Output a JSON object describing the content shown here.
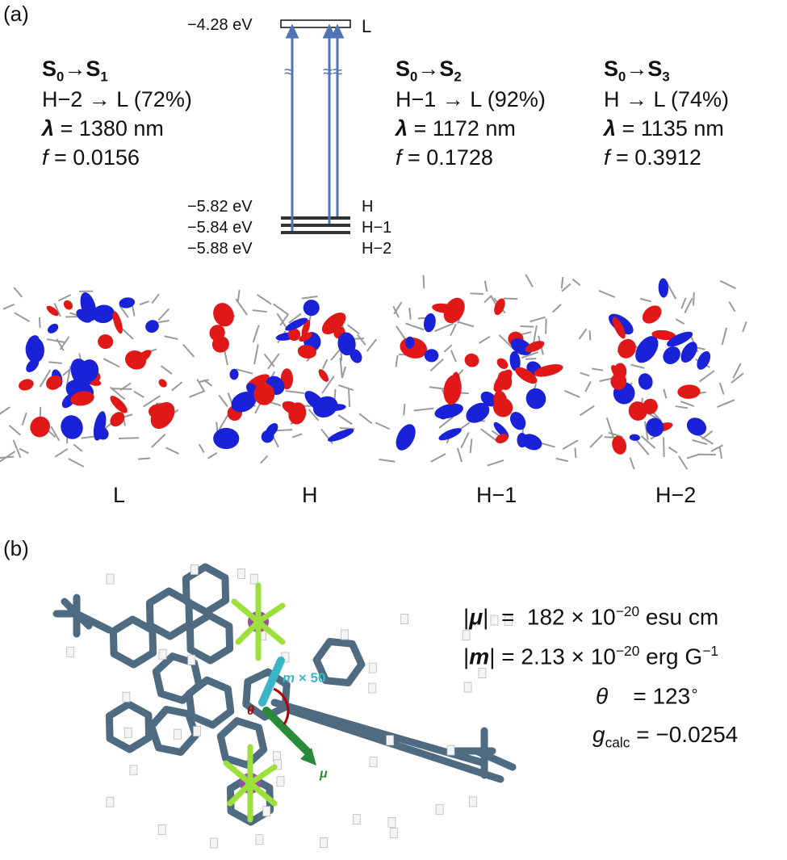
{
  "panel_a": {
    "label": "(a)",
    "energy_levels": [
      {
        "energy": "−4.28 eV",
        "name": "L"
      },
      {
        "energy": "−5.82 eV",
        "name": "H"
      },
      {
        "energy": "−5.84 eV",
        "name": "H−1"
      },
      {
        "energy": "−5.88 eV",
        "name": "H−2"
      }
    ],
    "break_symbol": "≈",
    "transitions": [
      {
        "title_html": "S<sub>0</sub>→S<sub>1</sub>",
        "title_text": "S0→S1",
        "orbitals": "H−2 → L (72%)",
        "lambda_label": "λ",
        "lambda_value": " = 1380 nm",
        "f_label": "f",
        "f_value": " = 0.0156"
      },
      {
        "title_html": "S<sub>0</sub>→S<sub>2</sub>",
        "title_text": "S0→S2",
        "orbitals": "H−1 → L (92%)",
        "lambda_label": "λ",
        "lambda_value": " = 1172 nm",
        "f_label": "f",
        "f_value": " = 0.1728"
      },
      {
        "title_html": "S<sub>0</sub>→S<sub>3</sub>",
        "title_text": "S0→S3",
        "orbitals": "H → L (74%)",
        "lambda_label": "λ",
        "lambda_value": " = 1135 nm",
        "f_label": "f",
        "f_value": " = 0.3912"
      }
    ],
    "orbital_images": [
      {
        "name": "L"
      },
      {
        "name": "H"
      },
      {
        "name": "H−1"
      },
      {
        "name": "H−2"
      }
    ],
    "colors": {
      "arrow": "#4f74b8",
      "lobe_pos": "#e01818",
      "lobe_neg": "#1a22d8",
      "bond": "#9a9a9a"
    }
  },
  "panel_b": {
    "label": "(b)",
    "mol_labels": {
      "m": "m",
      "m_scale": " × 50",
      "theta": "θ",
      "mu": "μ"
    },
    "equations": {
      "mu_html": "|<b><i>μ</i></b>| &nbsp;= &nbsp;182 × 10<sup>−20</sup> esu cm",
      "m_html": "|<b><i>m</i></b>| = 2.13 × 10<sup>−20</sup> erg G<sup>−1</sup>",
      "theta_html": "<i>θ</i> &nbsp;&nbsp;&nbsp;= 123<sup>∘</sup>",
      "g_html": "<i>g</i><sub>calc</sub> = −0.0254"
    },
    "colors": {
      "stick": "#4f6b82",
      "fluor": "#9be03c",
      "phos": "#9a4fa0",
      "m_vec": "#3ab6c8",
      "mu_vec": "#2a8a3a",
      "theta": "#b00000"
    }
  }
}
